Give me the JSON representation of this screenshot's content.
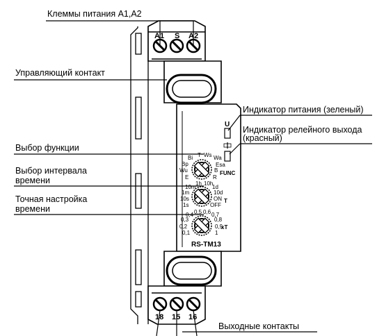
{
  "labels": {
    "power_terminals": "Клеммы питания A1,A2",
    "control_contact": "Управляющий контакт",
    "power_indicator": "Индикатор питания (зеленый)",
    "relay_indicator_line1": "Индикатор релейного выхода",
    "relay_indicator_line2": "(красный)",
    "function_select": "Выбор функции",
    "interval_select_line1": "Выбор интервала",
    "interval_select_line2": "времени",
    "fine_time_line1": "Точная настройка",
    "fine_time_line2": "времени",
    "output_contacts": "Выходные контакты"
  },
  "device": {
    "top_terminals": [
      "A1",
      "S",
      "A2"
    ],
    "bottom_terminals": [
      "18",
      "15",
      "16"
    ],
    "led_power": "U",
    "func_label": "FUNC",
    "t_label": "T",
    "xt_label": "xT",
    "model": "RS-TM13",
    "func_dial": [
      "Bi",
      "T",
      "Ws",
      "Wa",
      "Bp",
      "Esa",
      "Wu",
      "B",
      "E",
      "R"
    ],
    "range_dial": [
      "1h",
      "10h",
      "10m",
      "1d",
      "1m",
      "10d",
      "10s",
      "ON",
      "1s",
      "OFF"
    ],
    "fine_dial": [
      "0,5",
      "0,6",
      "0,4",
      "0,7",
      "0,3",
      "0,8",
      "0,2",
      "0,9",
      "0,1",
      "1"
    ]
  }
}
